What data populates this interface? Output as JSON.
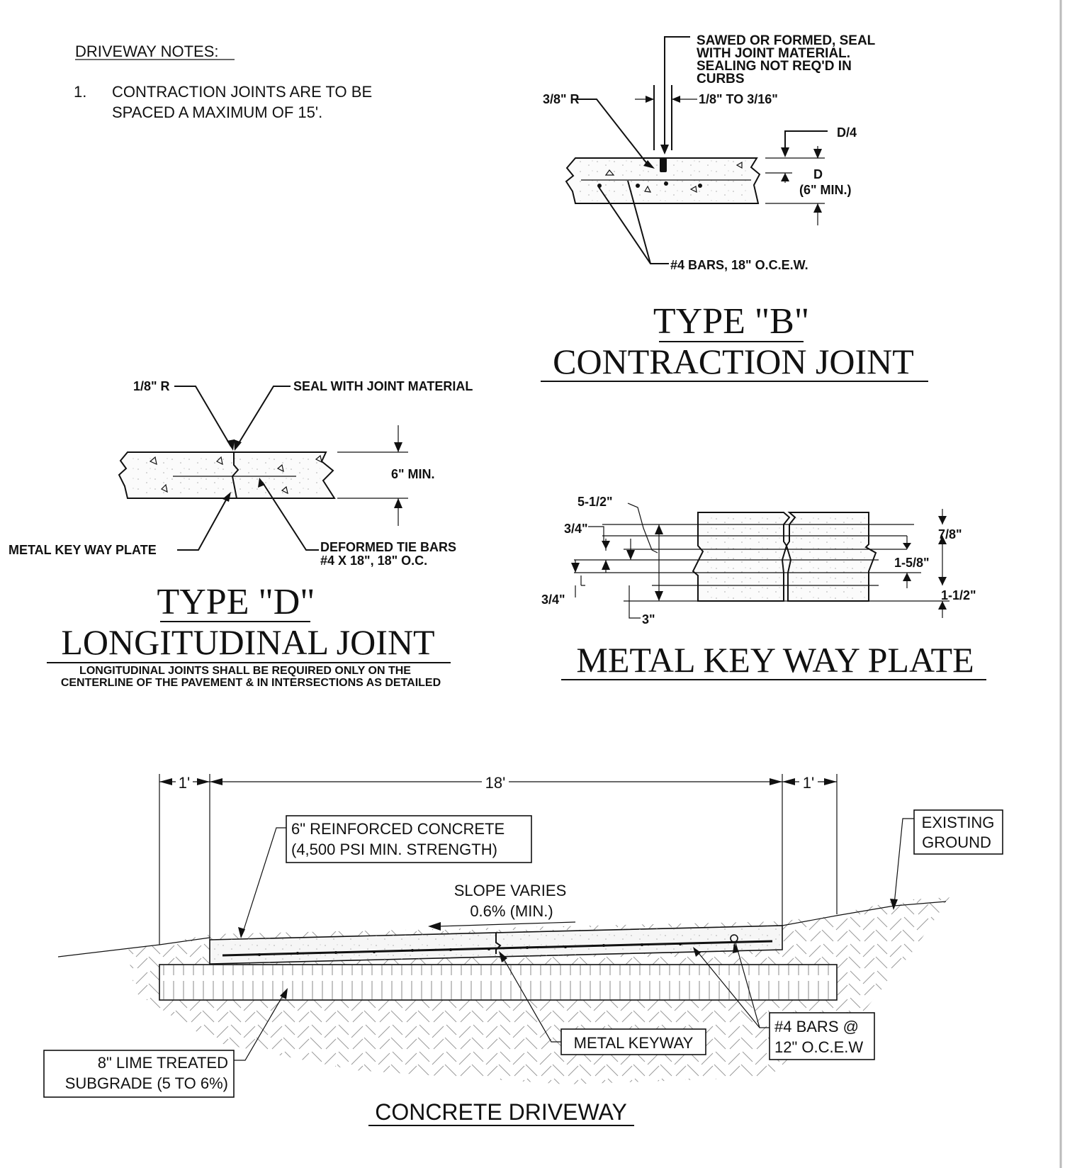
{
  "notes": {
    "heading": "DRIVEWAY NOTES:",
    "items": [
      {
        "number": "1.",
        "line1": "CONTRACTION JOINTS ARE TO BE",
        "line2": "SPACED A MAXIMUM OF 15'."
      }
    ]
  },
  "type_b": {
    "title_line1": "TYPE \"B\"",
    "title_line2": "CONTRACTION JOINT",
    "callout_seal": [
      "SAWED OR FORMED, SEAL",
      "WITH JOINT MATERIAL.",
      "SEALING NOT REQ'D IN",
      "CURBS"
    ],
    "radius": "3/8\" R",
    "gap": "1/8\" TO 3/16\"",
    "depth_quarter": "D/4",
    "depth": "D",
    "depth_min": "(6\" MIN.)",
    "bars": "#4 BARS, 18\" O.C.E.W."
  },
  "type_d": {
    "title_line1": "TYPE \"D\"",
    "title_line2": "LONGITUDINAL JOINT",
    "radius": "1/8\" R",
    "seal": "SEAL WITH JOINT MATERIAL",
    "thickness": "6\" MIN.",
    "keyway": "METAL KEY WAY PLATE",
    "tie_bars": [
      "DEFORMED TIE BARS",
      "#4 X 18\", 18\" O.C."
    ],
    "note": [
      "LONGITUDINAL JOINTS SHALL BE REQUIRED ONLY ON THE",
      "CENTERLINE OF THE PAVEMENT & IN INTERSECTIONS AS DETAILED"
    ]
  },
  "keyway_plate": {
    "title": "METAL KEY WAY PLATE",
    "dim_5_1_2": "5-1/2\"",
    "dim_3_4_top": "3/4\"",
    "dim_3_4_bottom": "3/4\"",
    "dim_3": "3\"",
    "dim_7_8": "7/8\"",
    "dim_1_5_8": "1-5/8\"",
    "dim_1_1_2": "1-1/2\""
  },
  "driveway": {
    "title": "CONCRETE DRIVEWAY",
    "dim_left": "1'",
    "dim_width": "18'",
    "dim_right": "1'",
    "concrete": [
      "6\" REINFORCED CONCRETE",
      "(4,500 PSI MIN. STRENGTH)"
    ],
    "existing_ground": [
      "EXISTING",
      "GROUND"
    ],
    "slope": [
      "SLOPE VARIES",
      "0.6% (MIN.)"
    ],
    "subgrade": [
      "8\" LIME TREATED",
      "SUBGRADE (5 TO 6%)"
    ],
    "metal_keyway": "METAL KEYWAY",
    "bars": [
      "#4 BARS @",
      "12\" O.C.E.W"
    ]
  }
}
